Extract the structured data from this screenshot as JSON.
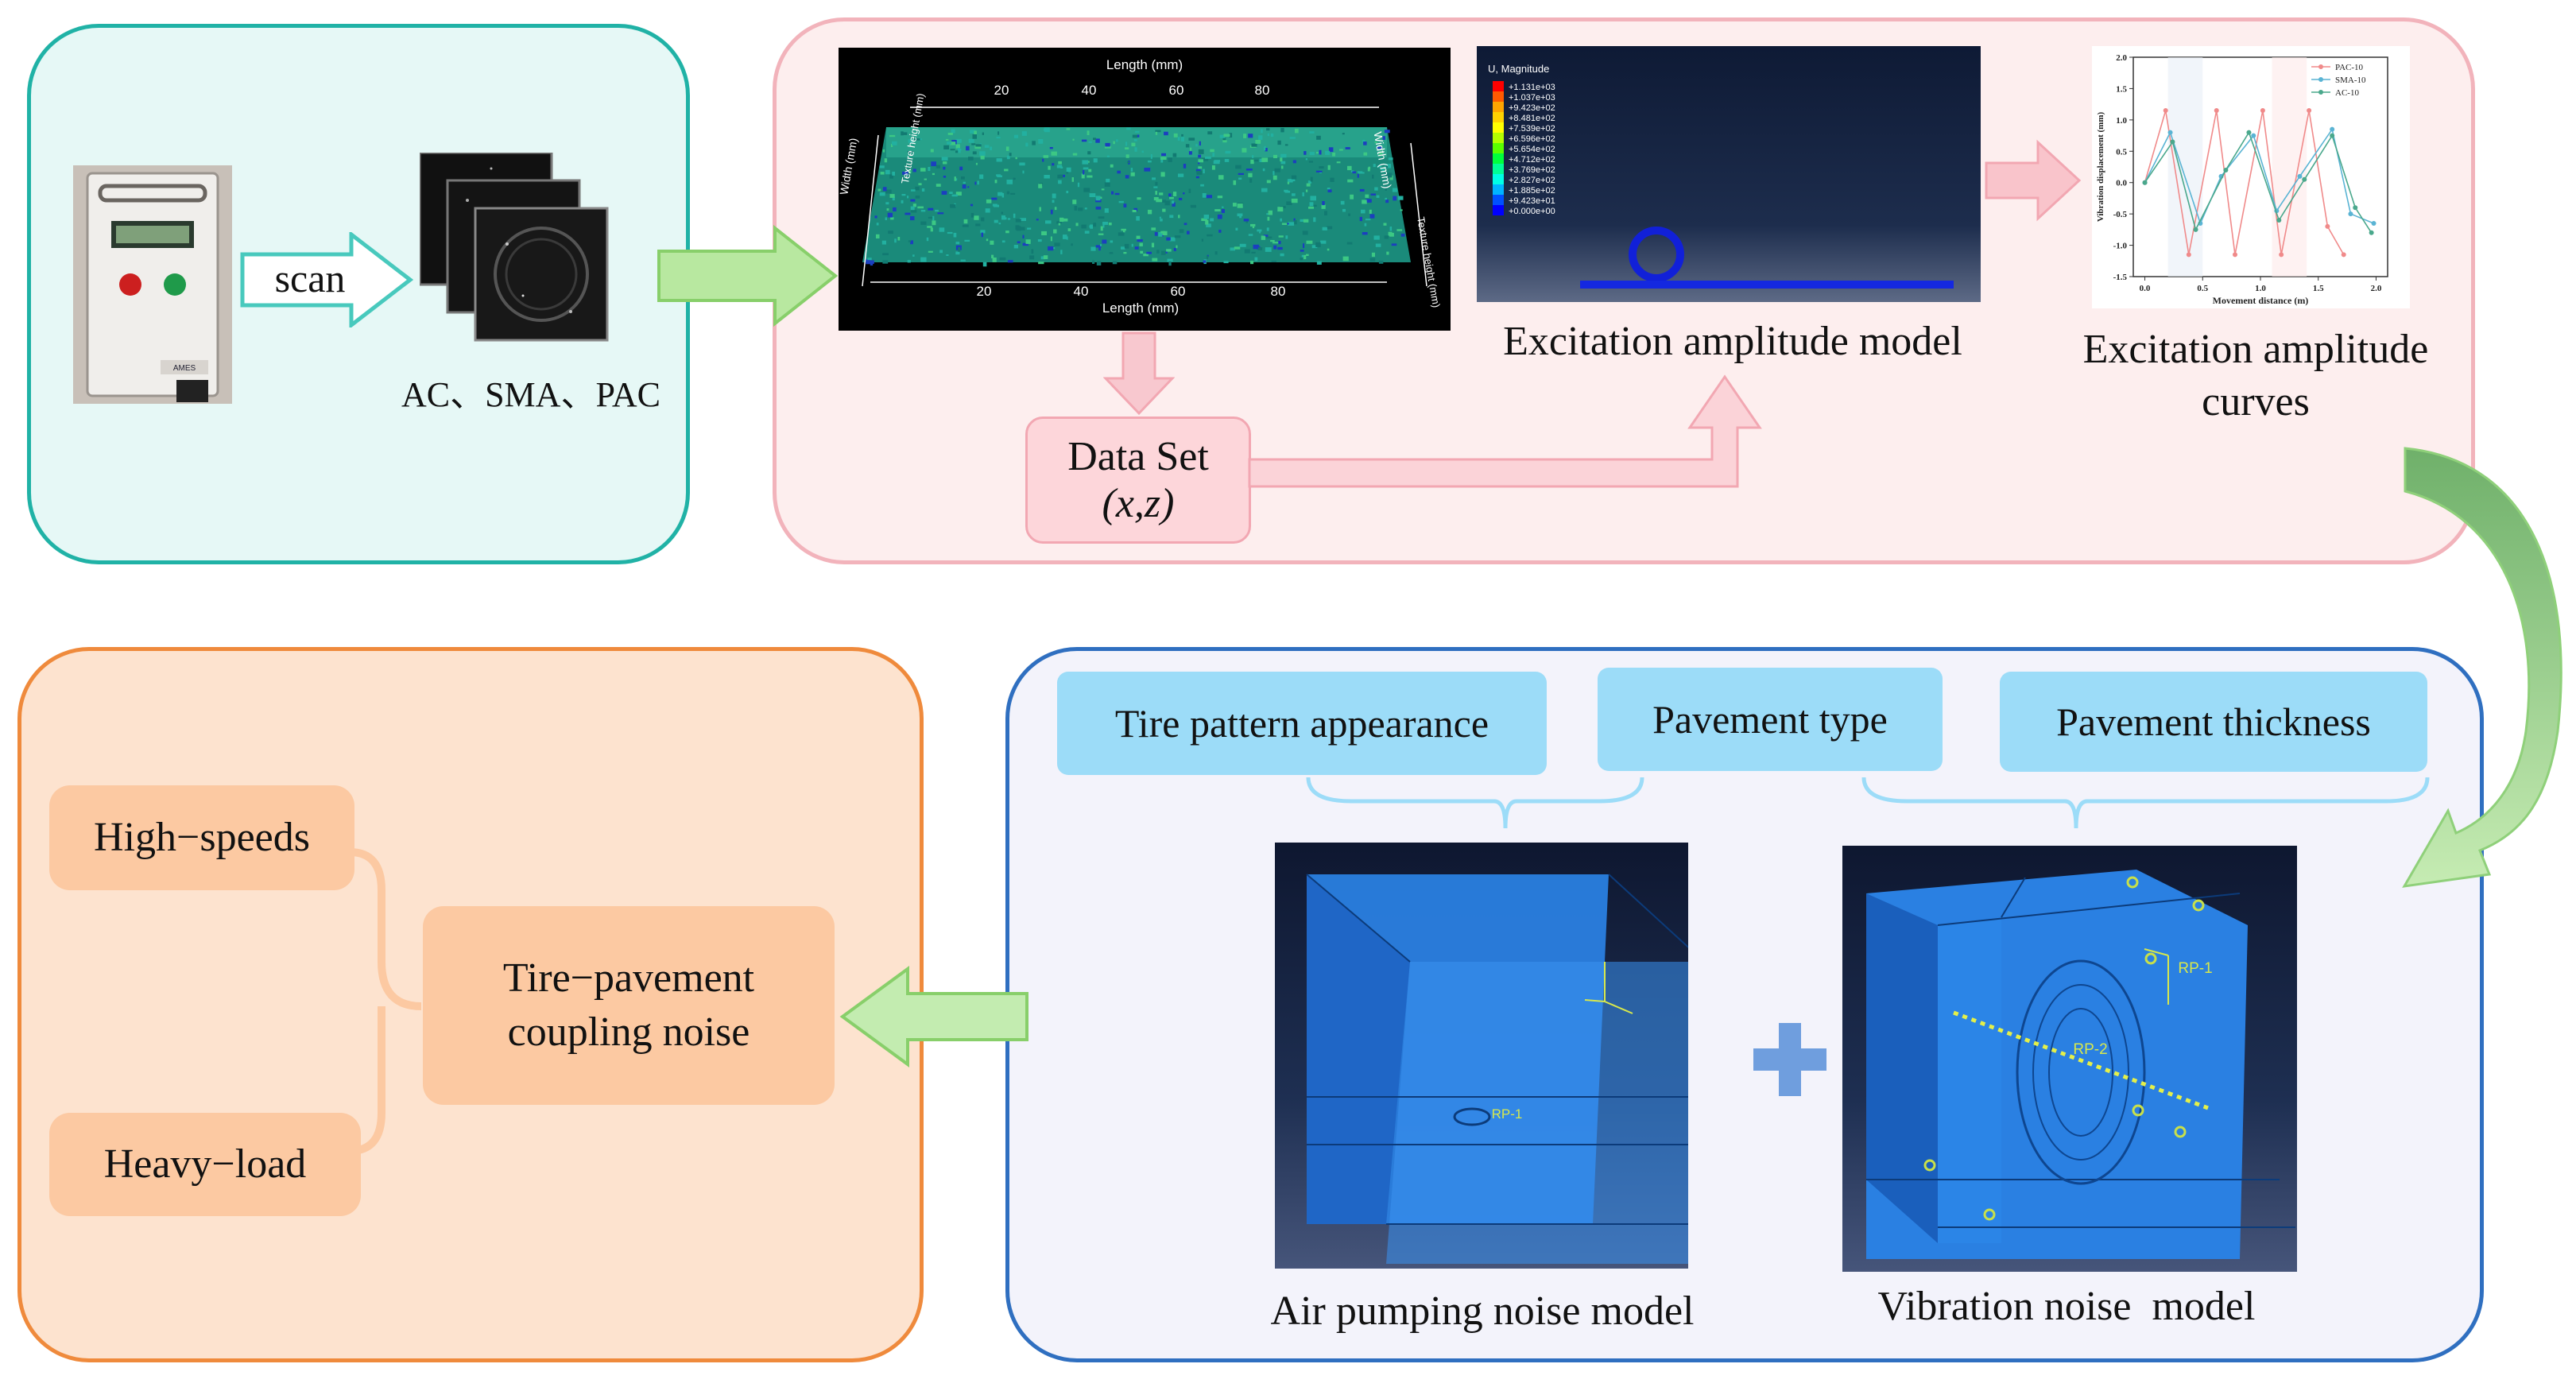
{
  "scan_panel": {
    "scan_label": "scan",
    "materials_label": "AC、SMA、PAC"
  },
  "surface_model": {
    "top_axis_label": "Length (mm)",
    "bottom_axis_label": "Length (mm)",
    "top_ticks": [
      "20",
      "40",
      "60",
      "80"
    ],
    "bottom_ticks": [
      "20",
      "40",
      "60",
      "80"
    ],
    "left_axis_label": "Width (mm)",
    "right_axis_label": "Width (mm)",
    "texture_label_left": "Texture height (mm)",
    "texture_label_right": "Texture height (mm)"
  },
  "fe_model": {
    "legend_title": "U, Magnitude",
    "legend_values": [
      "+1.131e+03",
      "+1.037e+03",
      "+9.423e+02",
      "+8.481e+02",
      "+7.539e+02",
      "+6.596e+02",
      "+5.654e+02",
      "+4.712e+02",
      "+3.769e+02",
      "+2.827e+02",
      "+1.885e+02",
      "+9.423e+01",
      "+0.000e+00"
    ],
    "legend_colors": [
      "#ff0000",
      "#ff5a00",
      "#ffa500",
      "#ffd200",
      "#ffff00",
      "#b4ff00",
      "#5aff00",
      "#00ff3c",
      "#00ff96",
      "#00ffe6",
      "#00b4ff",
      "#0050ff",
      "#0000ff"
    ],
    "caption": "Excitation amplitude model"
  },
  "curves": {
    "caption_line1": "Excitation amplitude",
    "caption_line2": "curves",
    "ylabel": "Vibration displacement (mm)",
    "xlabel": "Movement distance (m)",
    "yticks": [
      "2.0",
      "1.5",
      "1.0",
      "0.5",
      "0.0",
      "-0.5",
      "-1.0",
      "-1.5"
    ],
    "xticks": [
      "0.0",
      "0.5",
      "1.0",
      "1.5",
      "2.0"
    ]
  },
  "chart_data": {
    "type": "line",
    "xlabel": "Movement distance (m)",
    "ylabel": "Vibration displacement (mm)",
    "xlim": [
      -0.1,
      2.1
    ],
    "ylim": [
      -1.5,
      2.0
    ],
    "series": [
      {
        "name": "PAC-10",
        "color": "#f08a8a",
        "x": [
          0.0,
          0.18,
          0.38,
          0.62,
          0.78,
          1.02,
          1.18,
          1.42,
          1.58,
          1.72
        ],
        "y": [
          0.0,
          1.15,
          -1.15,
          1.15,
          -1.15,
          1.15,
          -1.15,
          1.15,
          -0.7,
          -1.15
        ]
      },
      {
        "name": "SMA-10",
        "color": "#5ab4d4",
        "x": [
          0.0,
          0.22,
          0.48,
          0.66,
          0.94,
          1.14,
          1.34,
          1.62,
          1.78,
          1.98
        ],
        "y": [
          0.0,
          0.8,
          -0.65,
          0.1,
          0.75,
          -0.45,
          0.1,
          0.85,
          -0.5,
          -0.65
        ]
      },
      {
        "name": "AC-10",
        "color": "#4aa88c",
        "x": [
          0.0,
          0.24,
          0.44,
          0.7,
          0.9,
          1.16,
          1.38,
          1.62,
          1.82,
          1.96
        ],
        "y": [
          0.0,
          0.65,
          -0.75,
          0.2,
          0.8,
          -0.6,
          0.05,
          0.75,
          -0.4,
          -0.8
        ]
      }
    ]
  },
  "dataset": {
    "title": "Data Set",
    "vars": "(x,z)"
  },
  "noise_panel": {
    "factor1": "Tire pattern appearance",
    "factor2": "Pavement type",
    "factor3": "Pavement thickness",
    "air_label": "Air pumping noise model",
    "vib_label": "Vibration noise  model",
    "rp1": "RP-1",
    "rp2": "RP-2",
    "rp1b": "RP-1"
  },
  "result_panel": {
    "speed": "High−speeds",
    "load": "Heavy−load",
    "noise_line1": "Tire−pavement",
    "noise_line2": "coupling noise"
  }
}
